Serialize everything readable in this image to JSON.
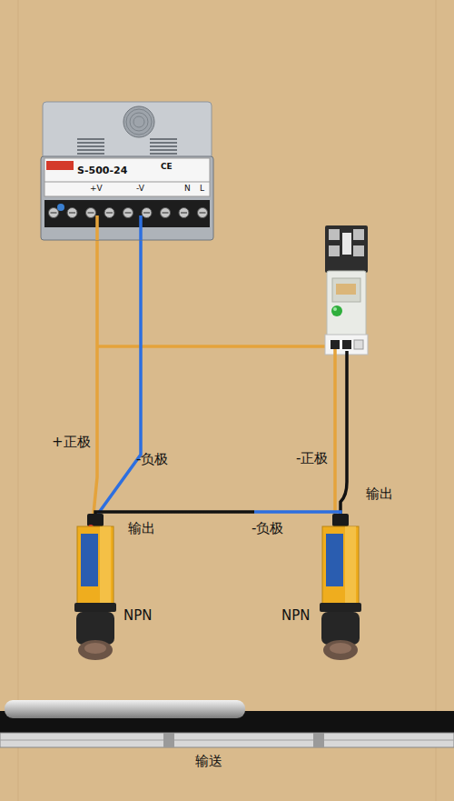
{
  "diagram": {
    "nodes": [
      {
        "text": [
          "S-500-24",
          "CE",
          "+V",
          "-V",
          "N",
          "L"
        ]
      },
      {
        "text": [
          "NPN"
        ]
      },
      {
        "text": [
          "NPN"
        ]
      },
      {
        "text": [
          "输送"
        ]
      }
    ],
    "edges": [
      {
        "from": 0,
        "to": 1,
        "arrow": "none",
        "label": "+正极"
      },
      {
        "from": 0,
        "to": 1,
        "arrow": "none",
        "label": "-负极"
      },
      {
        "from": 1,
        "to": 2,
        "arrow": "none",
        "label": "-负极"
      }
    ],
    "labels": [
      "-正极",
      "输出",
      "输出"
    ]
  }
}
